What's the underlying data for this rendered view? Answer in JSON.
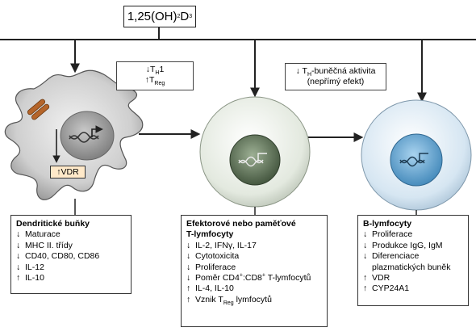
{
  "ligand": {
    "text": "1,25(OH)",
    "sub": "2",
    "text2": "D",
    "sub2": "3"
  },
  "arrow_up": "↑",
  "arrow_down": "↓",
  "effect_t": {
    "line1": {
      "prefix": "↓T",
      "sub": "H",
      "suffix": "1"
    },
    "line2": {
      "prefix": "↑T",
      "sub": "Reg"
    }
  },
  "effect_b": {
    "line1": {
      "prefix": "↓ T",
      "sub": "H",
      "suffix": "-buněčná aktivita"
    },
    "line2": "(nepřímý efekt)"
  },
  "vdr_label": "VDR",
  "dendritic": {
    "title": "Dendritické buňky",
    "items": [
      {
        "arrow": "↓",
        "text": "Maturace"
      },
      {
        "arrow": "↓",
        "text": "MHC II. třídy"
      },
      {
        "arrow": "↓",
        "text": "CD40, CD80, CD86"
      },
      {
        "arrow": "↓",
        "text": "IL-12"
      },
      {
        "arrow": "↑",
        "text": "IL-10"
      }
    ]
  },
  "tcells": {
    "title1": "Efektorové nebo paměťové",
    "title2": "T-lymfocyty",
    "items": [
      {
        "arrow": "↓",
        "text": "IL-2, IFNγ, IL-17"
      },
      {
        "arrow": "↓",
        "text": "Cytotoxicita"
      },
      {
        "arrow": "↓",
        "text": "Proliferace"
      },
      {
        "arrow": "↓",
        "text": "Poměr CD4",
        "sup": "+",
        "text2": ":CD8",
        "sup2": "+",
        "text3": " T-lymfocytů"
      },
      {
        "arrow": "↑",
        "text": "IL-4, IL-10"
      },
      {
        "arrow": "↑",
        "text": "Vznik T",
        "sub": "Reg",
        "text2": " lymfocytů"
      }
    ]
  },
  "bcells": {
    "title": "B-lymfocyty",
    "items": [
      {
        "arrow": "↓",
        "text": "Proliferace"
      },
      {
        "arrow": "↓",
        "text": "Produkce IgG, IgM"
      },
      {
        "arrow": "↓",
        "text": "Diferenciace"
      },
      {
        "arrow": "",
        "text": "plazmatických buněk"
      },
      {
        "arrow": "↑",
        "text": "VDR"
      },
      {
        "arrow": "↑",
        "text": "CYP24A1"
      }
    ]
  },
  "colors": {
    "line": "#222222",
    "dc_body": "#c9c9c9",
    "t_outer": "#e8eee5",
    "t_nucleus": "#5a6e55",
    "b_outer": "#d9e9f4",
    "b_nucleus": "#5a9bc8",
    "vdr_fill": "#ffe9c9",
    "receptor": "#b5652a"
  }
}
